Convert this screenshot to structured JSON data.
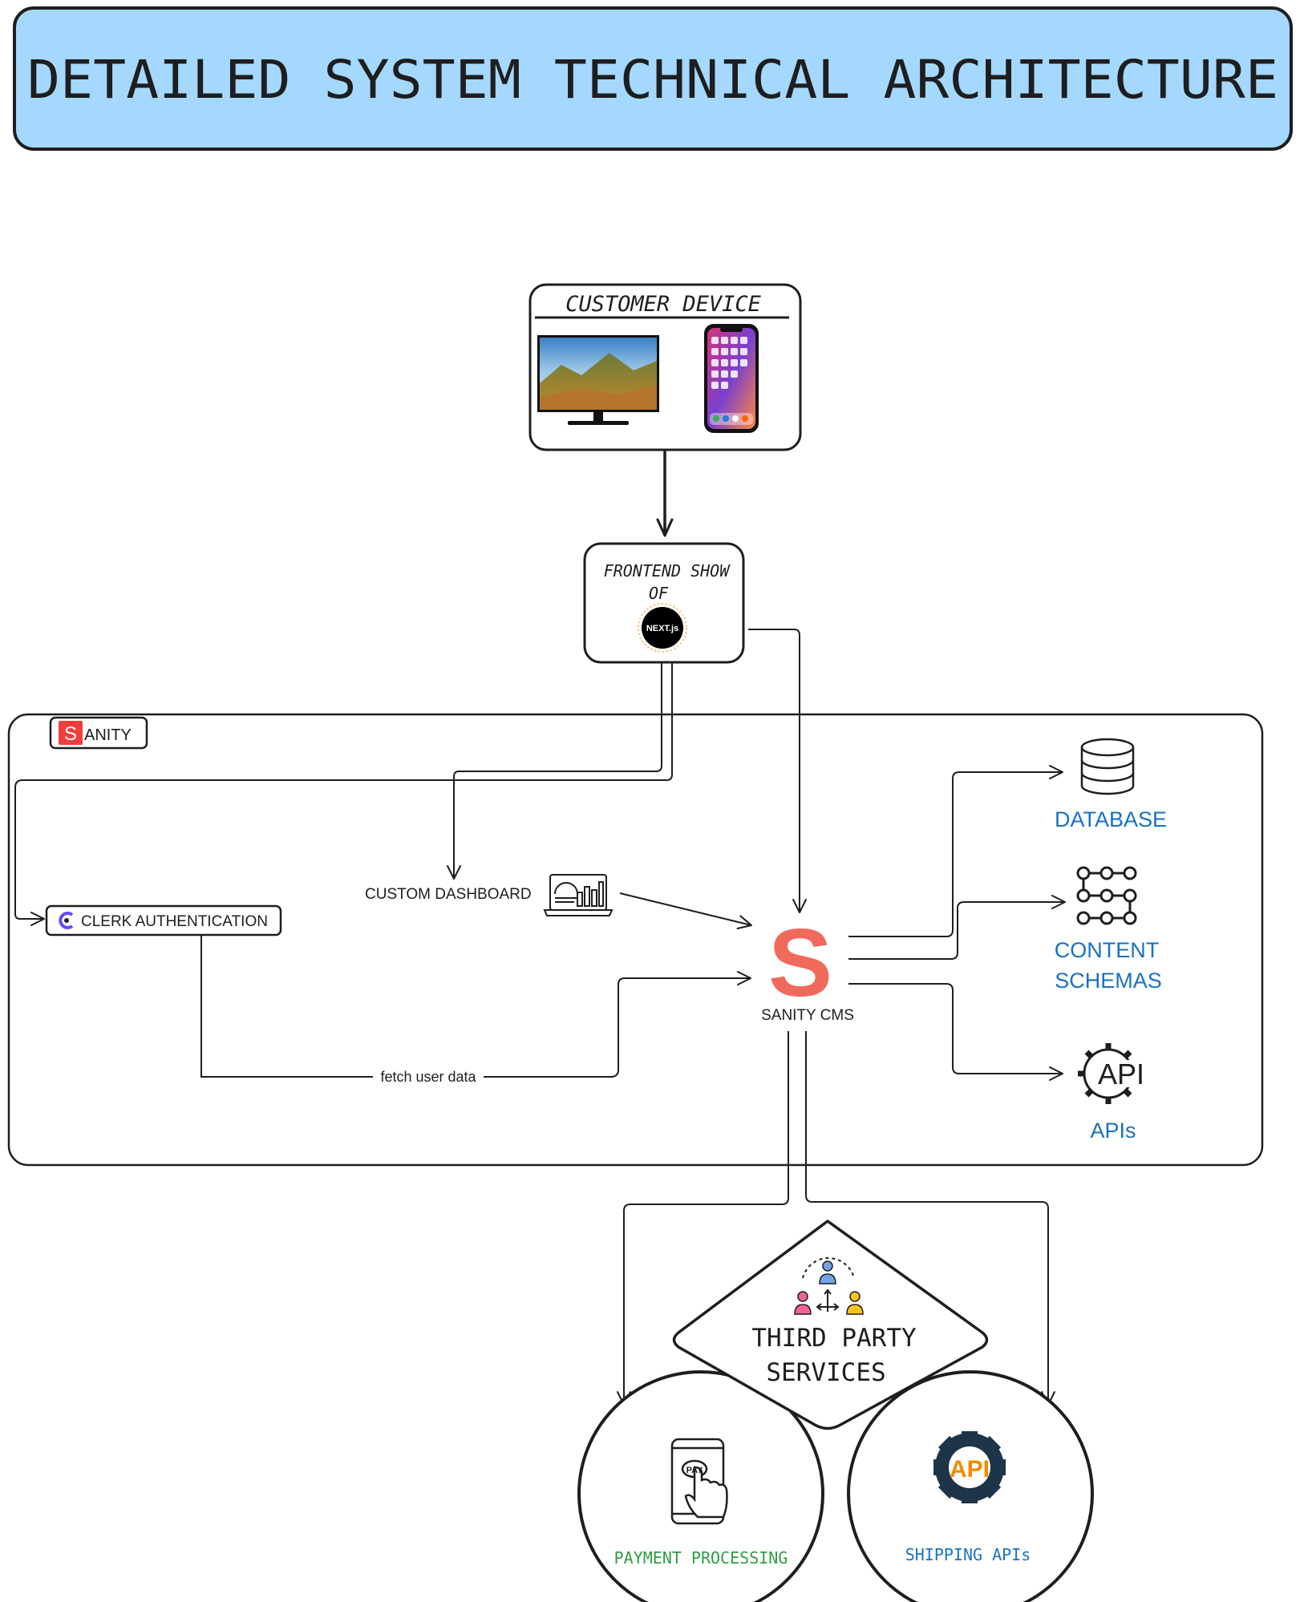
{
  "title": "DETAILED SYSTEM TECHNICAL ARCHITECTURE",
  "customer_device": {
    "label": "CUSTOMER DEVICE"
  },
  "frontend": {
    "line1": "FRONTEND SHOW",
    "line2": "OF",
    "logo_text": "NEXT.js"
  },
  "sanity_group": {
    "badge_letter": "S",
    "badge_rest": "ANITY"
  },
  "custom_dashboard": {
    "label": "CUSTOM DASHBOARD"
  },
  "clerk": {
    "label": "CLERK AUTHENTICATION"
  },
  "fetch_user_data": {
    "label": "fetch user data"
  },
  "sanity_cms": {
    "letter": "S",
    "label": "SANITY CMS"
  },
  "database": {
    "label": "DATABASE"
  },
  "content_schemas": {
    "line1": "CONTENT",
    "line2": "SCHEMAS"
  },
  "apis": {
    "label": "APIs",
    "icon_text": "API"
  },
  "third_party": {
    "line1": "THIRD PARTY",
    "line2": "SERVICES"
  },
  "payment": {
    "label": "PAYMENT PROCESSING",
    "icon_text": "PAY"
  },
  "shipping": {
    "label": "SHIPPING APIs",
    "icon_text": "API"
  },
  "colors": {
    "title_bg": "#a5d8ff",
    "stroke": "#1e1e1e",
    "blue_label": "#1971c2",
    "green_label": "#2f9e44",
    "sanity_red": "#f03e3e",
    "sanity_cms_red": "#f06a5c",
    "gear_dark": "#1e3448",
    "gear_orange": "#f08c00"
  }
}
